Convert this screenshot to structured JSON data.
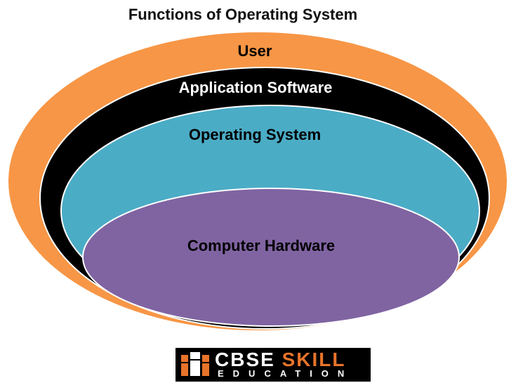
{
  "title": "Functions of Operating System",
  "layers": [
    {
      "label": "User",
      "color": "#f79646"
    },
    {
      "label": "Application Software",
      "color": "#000000"
    },
    {
      "label": "Operating System",
      "color": "#4bacc6"
    },
    {
      "label": "Computer Hardware",
      "color": "#8064a2"
    }
  ],
  "logo": {
    "word_primary": "CBSE",
    "word_accent": "SKILL",
    "tagline": "EDUCATION",
    "accent_color": "#e8742a"
  }
}
